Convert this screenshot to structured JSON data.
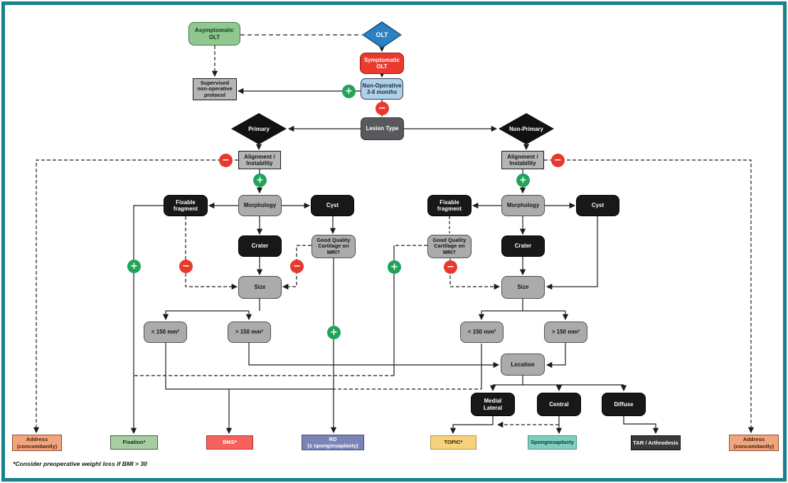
{
  "title": "OLT treatment algorithm flowchart",
  "indicators": {
    "plus": "+",
    "minus": "−"
  },
  "nodes": {
    "olt": "OLT",
    "asymptomatic": "Asymptomatic\nOLT",
    "symptomatic": "Symptomatic\nOLT",
    "supervised": "Supervised\nnon-operative\nprotocol",
    "non_operative_line1": "Non-Operative",
    "non_operative_line2": "3-6 months",
    "lesion_type": "Lesion Type",
    "primary": "Primary",
    "non_primary": "Non-Primary",
    "alignment": "Alignment /\nInstability",
    "fixable_fragment": "Fixable\nfragment",
    "morphology": "Morphology",
    "cyst": "Cyst",
    "crater": "Crater",
    "good_quality": "Good Quality\nCartilage on\nMRI?",
    "size": "Size",
    "lt150": "< 150 mm²",
    "gt150": "> 150 mm²",
    "location": "Location",
    "medial_lateral": "Medial\nLateral",
    "central": "Central",
    "diffuse": "Diffuse"
  },
  "outcomes": {
    "address": "Address\n(concomitantly)",
    "fixation": "Fixation*",
    "bms": "BMS*",
    "rd_line1": "RD",
    "rd_line2": "(± spongiosaplasty)",
    "topic": "TOPIC*",
    "spongiosaplasty": "Spongiosaplasty",
    "tar": "TAR / Arthrodesis"
  },
  "footnote": "*Consider preoperative weight loss if BMI > 30",
  "colors": {
    "frame_teal": "#17828C",
    "positive_green": "#1FA45A",
    "negative_red": "#E8392D",
    "decision_blue": "#2D80C2",
    "symptomatic_red": "#E93A2D",
    "nonoperative_blue": "#AFD0E8",
    "asymptomatic_green": "#8EC88E",
    "node_gray": "#ABABAB",
    "node_black": "#181818",
    "lesion_type_gray": "#58595C",
    "address_orange": "#F2A57D",
    "fixation_green": "#A7CEA3",
    "bms_red": "#F4625B",
    "rd_slate": "#7B84B5",
    "topic_yellow": "#F6D27D",
    "spongiosaplasty_teal": "#80CEC1",
    "tar_charcoal": "#3A3A3C"
  }
}
